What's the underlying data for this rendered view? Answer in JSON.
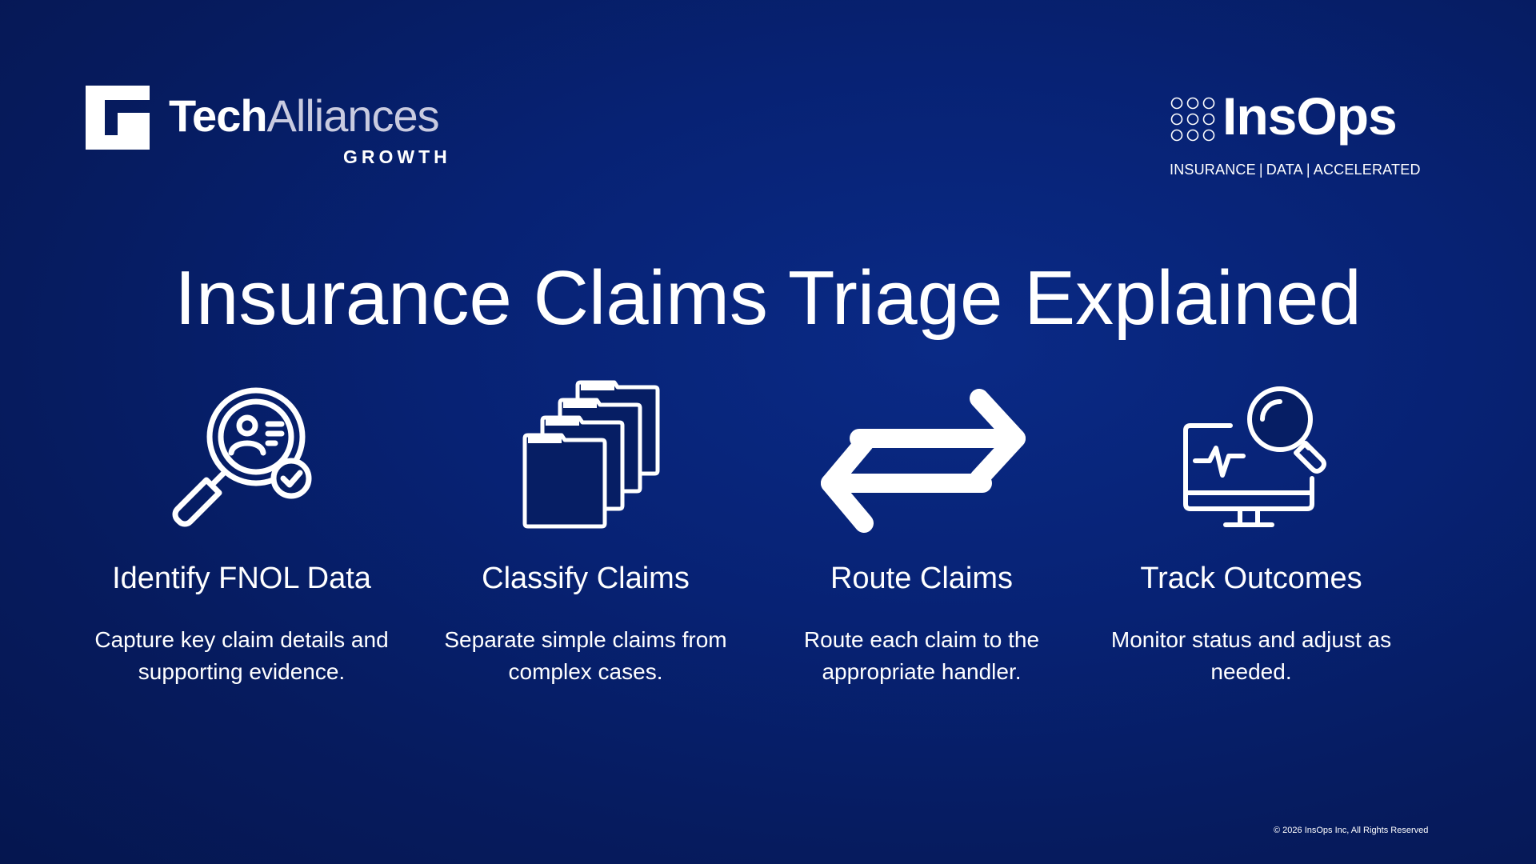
{
  "logo_left": {
    "word_bold": "Tech",
    "word_light": "Alliances",
    "subtitle": "GROWTH",
    "icon": "techalliances-g-icon"
  },
  "logo_right": {
    "name": "InsOps",
    "tagline_parts": [
      "INSURANCE",
      "|",
      "DATA",
      "|",
      "ACCELERATED"
    ],
    "icon": "insops-dots-icon"
  },
  "title": "Insurance Claims Triage Explained",
  "steps": [
    {
      "icon": "magnifier-profile-check-icon",
      "heading": "Identify FNOL Data",
      "description": "Capture key claim details and supporting evidence."
    },
    {
      "icon": "stacked-folders-icon",
      "heading": "Classify Claims",
      "description": "Separate simple claims from complex cases."
    },
    {
      "icon": "exchange-arrows-icon",
      "heading": "Route Claims",
      "description": "Route each claim to the appropriate handler."
    },
    {
      "icon": "monitor-search-icon",
      "heading": "Track Outcomes",
      "description": "Monitor status and adjust as needed."
    }
  ],
  "footer": "© 2026 InsOps Inc, All Rights Reserved",
  "colors": {
    "background": "#061b5e",
    "foreground": "#ffffff",
    "alliances_text": "#c9cbe0"
  }
}
